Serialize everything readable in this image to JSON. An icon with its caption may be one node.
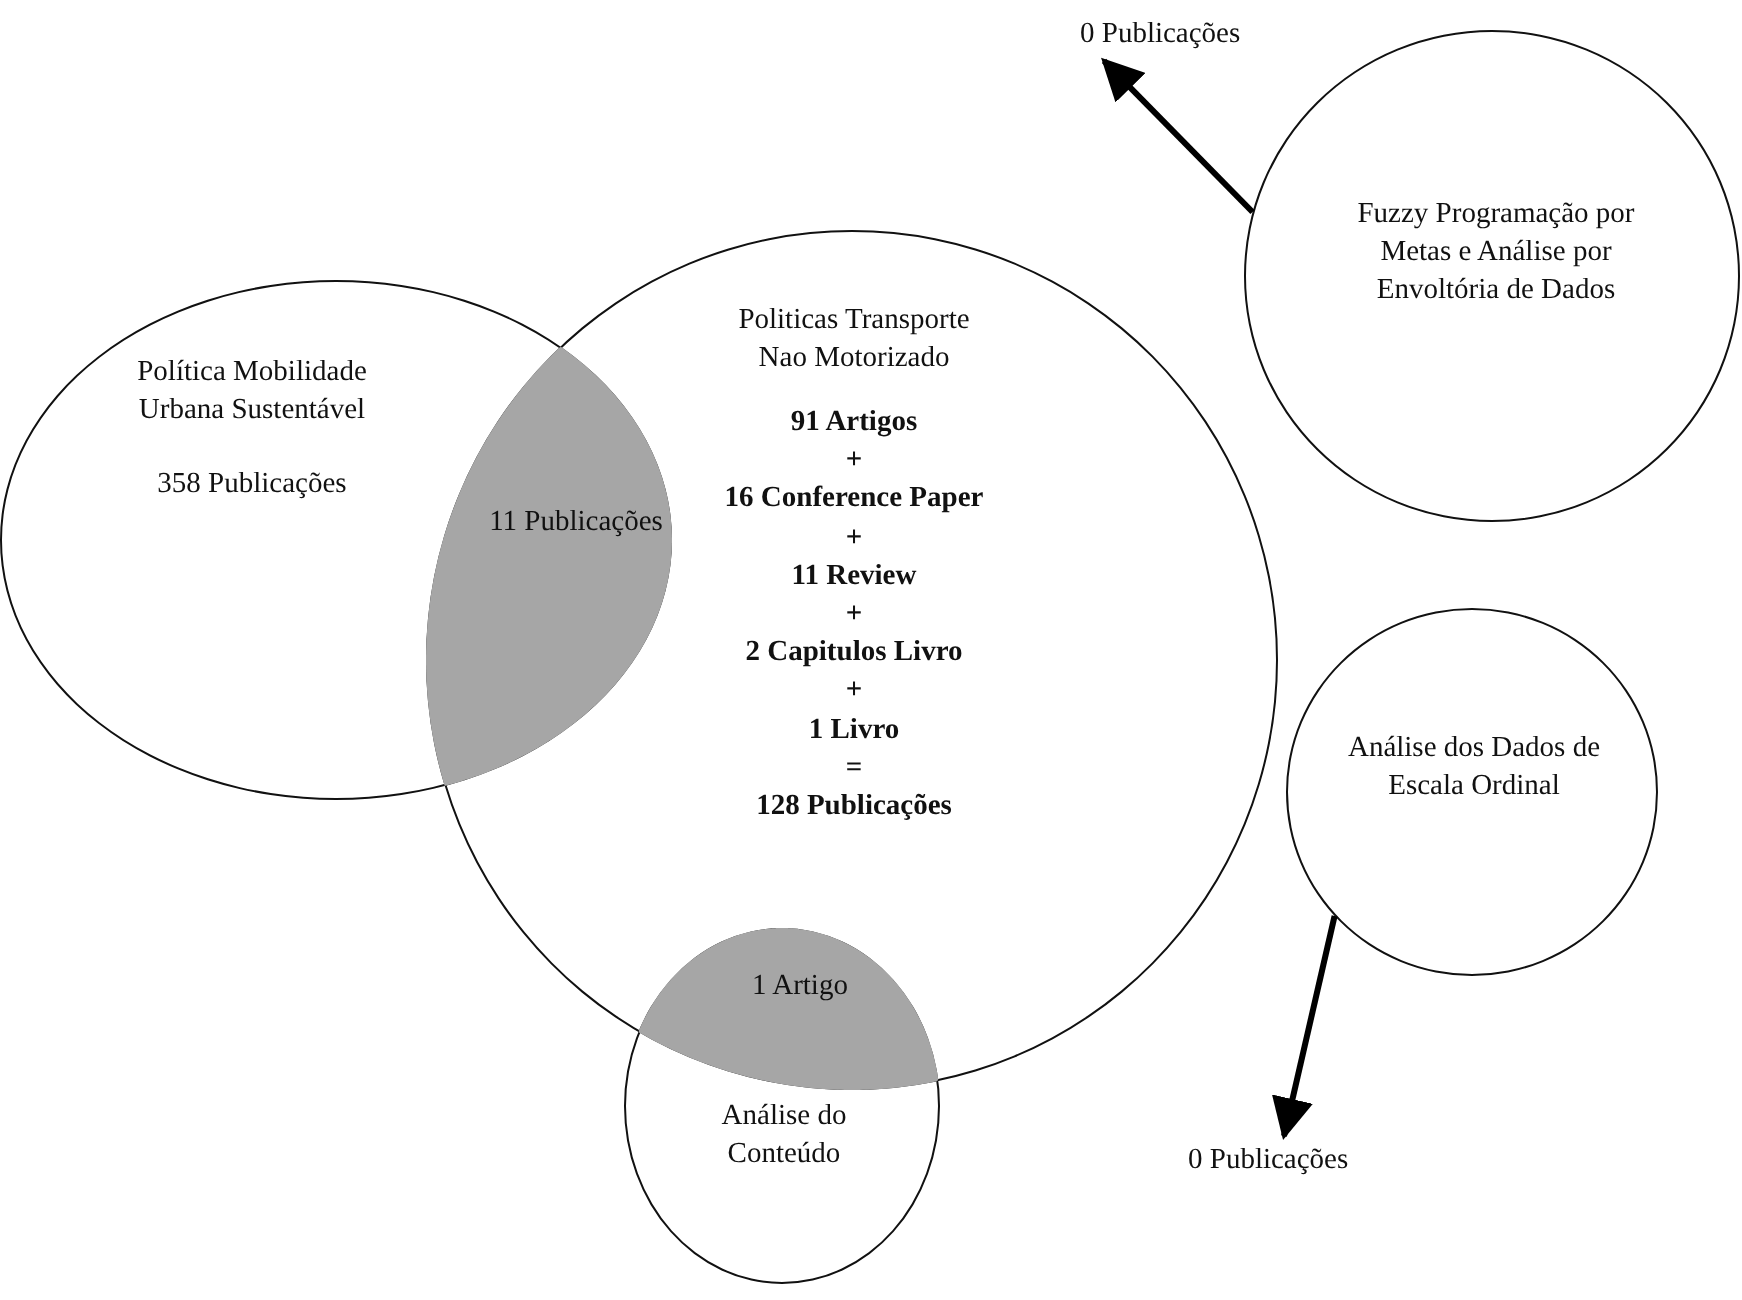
{
  "diagram": {
    "nodes": [
      {
        "text": [
          "Política Mobilidade Urbana Sustentável",
          "358 Publicações"
        ]
      },
      {
        "text": [
          "Politicas Transporte Nao Motorizado",
          "91 Artigos",
          "+",
          "16 Conference Paper",
          "+",
          "11 Review",
          "+",
          "2 Capitulos Livro",
          "+",
          "1 Livro",
          "=",
          "128 Publicações"
        ]
      },
      {
        "text": [
          "11 Publicações"
        ]
      },
      {
        "text": [
          "Fuzzy Programação por Metas e Análise por Envoltória de Dados"
        ]
      },
      {
        "text": [
          "Análise dos Dados de Escala Ordinal"
        ]
      },
      {
        "text": [
          "Análise do Conteúdo"
        ]
      },
      {
        "text": [
          "1 Artigo"
        ]
      },
      {
        "text": [
          "0 Publicações"
        ]
      },
      {
        "text": [
          "0 Publicações"
        ]
      }
    ],
    "edges": [
      {
        "from": 3,
        "to": 7,
        "arrow": "to"
      },
      {
        "from": 4,
        "to": 8,
        "arrow": "to"
      }
    ]
  }
}
